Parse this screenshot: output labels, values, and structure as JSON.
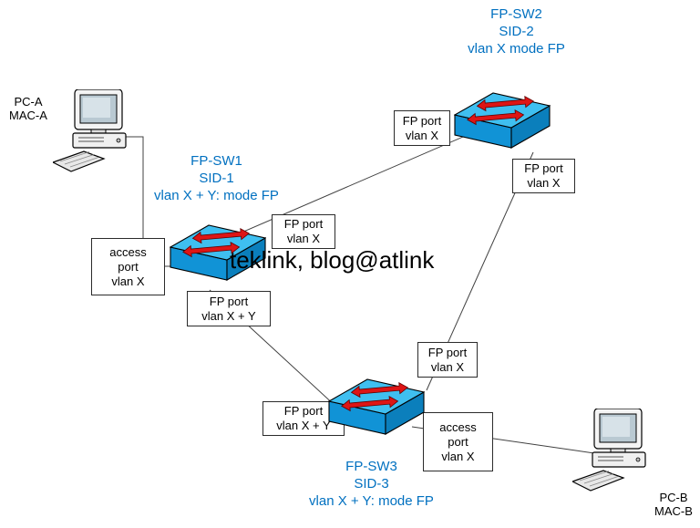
{
  "watermark": "teklink, blog@atlink",
  "switches": {
    "sw1": {
      "name": "FP-SW1",
      "sid": "SID-1",
      "mode": "vlan X + Y: mode FP"
    },
    "sw2": {
      "name": "FP-SW2",
      "sid": "SID-2",
      "mode": "vlan X mode FP"
    },
    "sw3": {
      "name": "FP-SW3",
      "sid": "SID-3",
      "mode": "vlan X + Y: mode FP"
    }
  },
  "hosts": {
    "pca": {
      "name": "PC-A",
      "mac": "MAC-A"
    },
    "pcb": {
      "name": "PC-B",
      "mac": "MAC-B"
    }
  },
  "ports": {
    "sw2_west": {
      "l1": "FP port",
      "l2": "vlan X"
    },
    "sw2_south": {
      "l1": "FP port",
      "l2": "vlan X"
    },
    "sw1_east": {
      "l1": "FP port",
      "l2": "vlan X"
    },
    "sw1_south": {
      "l1": "FP port",
      "l2": "vlan X + Y"
    },
    "sw1_access": {
      "l1": "access",
      "l2": "port",
      "l3": "vlan X"
    },
    "sw3_north": {
      "l1": "FP port",
      "l2": "vlan X"
    },
    "sw3_west": {
      "l1": "FP port",
      "l2": "vlan X + Y"
    },
    "sw3_access": {
      "l1": "access",
      "l2": "port",
      "l3": "vlan X"
    }
  },
  "colors": {
    "label_blue": "#0070C0",
    "switch_top": "#3FBFF0",
    "switch_front": "#1193D6",
    "switch_side": "#0B7FBC",
    "arrow_red": "#DD1515",
    "wire": "#404040"
  }
}
